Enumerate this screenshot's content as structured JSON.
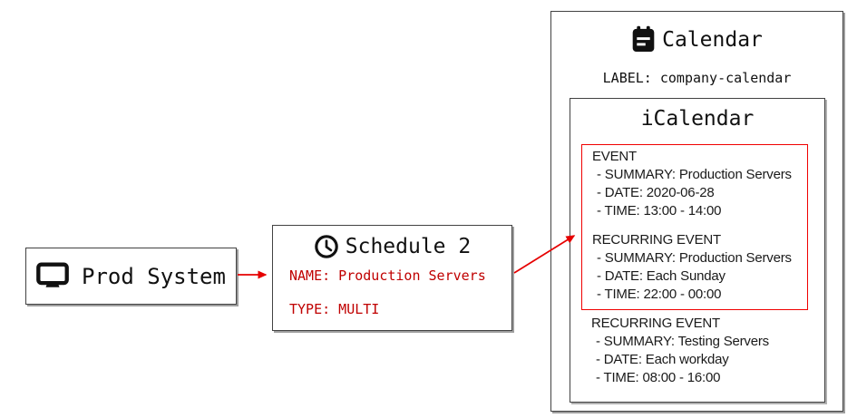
{
  "colors": {
    "arrow_red": "#e60000",
    "highlight_border_red": "#f00000",
    "field_text_red": "#c00000",
    "box_border": "#424242",
    "box_shadow": "#9e9e9e"
  },
  "icons": {
    "prod_system": "monitor-icon",
    "schedule": "clock-icon",
    "calendar": "calendar-icon"
  },
  "prod_system": {
    "title": "Prod System"
  },
  "schedule": {
    "title": "Schedule 2",
    "name_field": "NAME: Production Servers",
    "type_field": "TYPE: MULTI"
  },
  "calendar": {
    "title": "Calendar",
    "label_line": "LABEL: company-calendar",
    "icalendar": {
      "title": "iCalendar",
      "highlighted_events": [
        {
          "heading": "EVENT",
          "lines": [
            "- SUMMARY: Production Servers",
            "- DATE: 2020-06-28",
            "- TIME: 13:00 - 14:00"
          ]
        },
        {
          "heading": "RECURRING EVENT",
          "lines": [
            "- SUMMARY: Production Servers",
            "- DATE: Each Sunday",
            "- TIME: 22:00 - 00:00"
          ]
        }
      ],
      "other_events": [
        {
          "heading": "RECURRING EVENT",
          "lines": [
            "- SUMMARY: Testing Servers",
            "- DATE: Each workday",
            "- TIME: 08:00 - 16:00"
          ]
        }
      ]
    }
  }
}
